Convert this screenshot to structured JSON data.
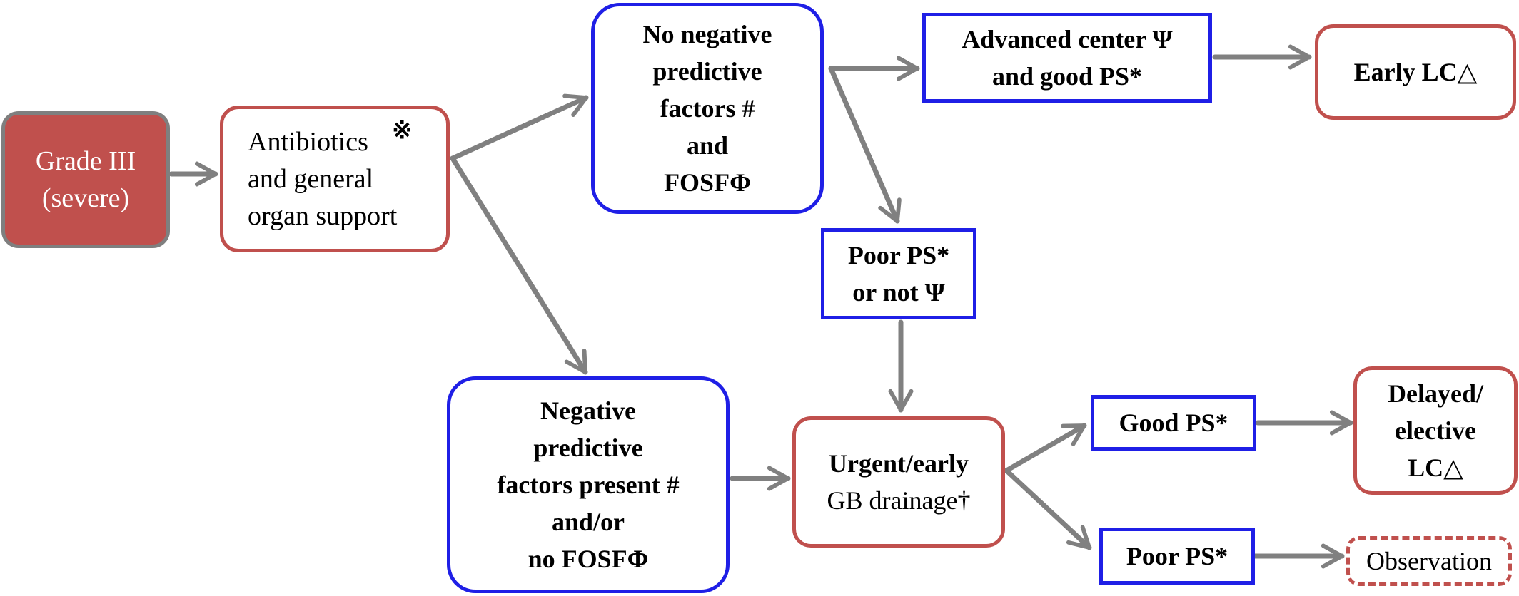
{
  "nodes": {
    "grade": {
      "lines": [
        "Grade III",
        "(severe)"
      ]
    },
    "antibiotics": {
      "lines": [
        "Antibiotics",
        "and general",
        "organ support"
      ],
      "mark": "※"
    },
    "no_negative": {
      "lines": [
        "No negative",
        "predictive",
        "factors #",
        "and",
        "FOSFΦ"
      ]
    },
    "negative": {
      "lines": [
        "Negative",
        "predictive",
        "factors present #",
        "and/or",
        "no FOSFΦ"
      ]
    },
    "advanced": {
      "lines": [
        "Advanced center Ψ",
        "and good PS*"
      ]
    },
    "early_lc": {
      "lines": [
        "Early LC△"
      ]
    },
    "poor_ps_not": {
      "lines": [
        "Poor PS*",
        "or not Ψ"
      ]
    },
    "urgent": {
      "lines": [
        "Urgent/early",
        "GB drainage†"
      ]
    },
    "good_ps": {
      "lines": [
        "Good PS*"
      ]
    },
    "delayed": {
      "lines": [
        "Delayed/",
        "elective",
        "LC△"
      ]
    },
    "poor_ps": {
      "lines": [
        "Poor PS*"
      ]
    },
    "observation": {
      "lines": [
        "Observation"
      ]
    }
  },
  "colors": {
    "treatment_border": "#c0504d",
    "grade_fill": "#c0504d",
    "grade_border": "#7f7f7f",
    "condition_border": "#1f1fe6",
    "arrow": "#808080"
  }
}
